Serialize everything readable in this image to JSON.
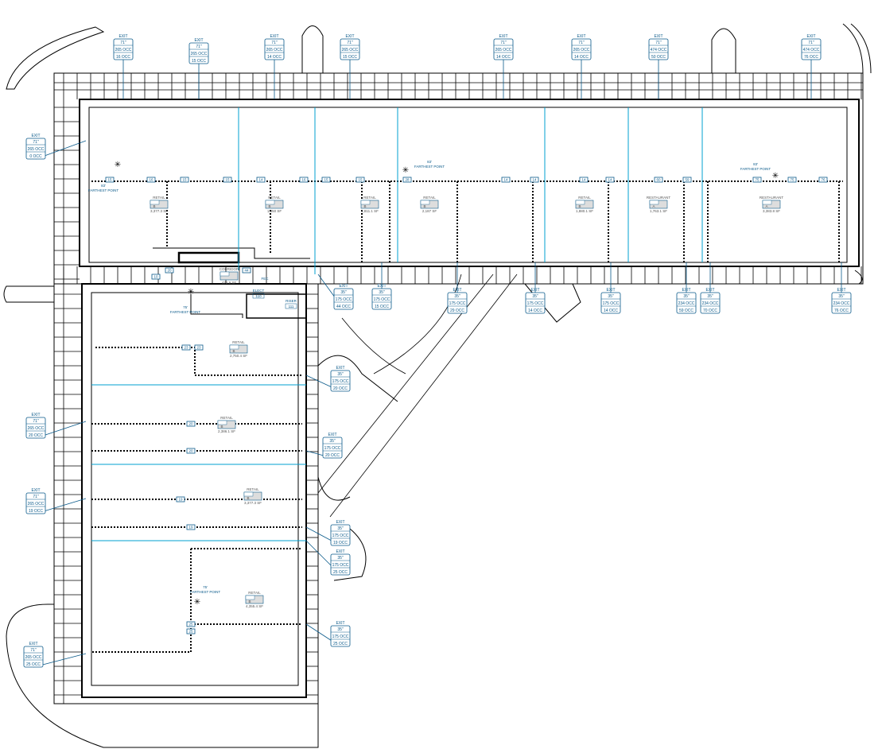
{
  "colors": {
    "exit_tag": "#0a5a8a",
    "egress_path": "#00a0d0",
    "wall": "#000000"
  },
  "exits": [
    {
      "label": "EXIT",
      "width": "71\"",
      "capacity": "265 OCC",
      "load": "16 OCC"
    },
    {
      "label": "EXIT",
      "width": "71\"",
      "capacity": "265 OCC",
      "load": "15 OCC"
    },
    {
      "label": "EXIT",
      "width": "71\"",
      "capacity": "265 OCC",
      "load": "14 OCC"
    },
    {
      "label": "EXIT",
      "width": "71\"",
      "capacity": "265 OCC",
      "load": "15 OCC"
    },
    {
      "label": "EXIT",
      "width": "71\"",
      "capacity": "265 OCC",
      "load": "14 OCC"
    },
    {
      "label": "EXIT",
      "width": "71\"",
      "capacity": "265 OCC",
      "load": "14 OCC"
    },
    {
      "label": "EXIT",
      "width": "71\"",
      "capacity": "474 OCC",
      "load": "50 OCC"
    },
    {
      "label": "EXIT",
      "width": "71\"",
      "capacity": "474 OCC",
      "load": "76 OCC"
    },
    {
      "label": "EXIT",
      "width": "71\"",
      "capacity": "265 OCC",
      "load": "0 OCC"
    },
    {
      "label": "EXIT",
      "width": "71\"",
      "capacity": "265 OCC",
      "load": "20 OCC"
    },
    {
      "label": "EXIT",
      "width": "71\"",
      "capacity": "265 OCC",
      "load": "19 OCC"
    },
    {
      "label": "EXIT",
      "width": "71\"",
      "capacity": "265 OCC",
      "load": "25 OCC"
    },
    {
      "label": "EXIT",
      "width": "35\"",
      "capacity": "175 OCC",
      "load": "44 OCC"
    },
    {
      "label": "EXIT",
      "width": "35\"",
      "capacity": "175 OCC",
      "load": "15 OCC"
    },
    {
      "label": "EXIT",
      "width": "35\"",
      "capacity": "175 OCC",
      "load": "29 OCC"
    },
    {
      "label": "EXIT",
      "width": "35\"",
      "capacity": "175 OCC",
      "load": "14 OCC"
    },
    {
      "label": "EXIT",
      "width": "35\"",
      "capacity": "175 OCC",
      "load": "14 OCC"
    },
    {
      "label": "EXIT",
      "width": "35\"",
      "capacity": "234 OCC",
      "load": "59 OCC"
    },
    {
      "label": "EXIT",
      "width": "35\"",
      "capacity": "234 OCC",
      "load": "70 OCC"
    },
    {
      "label": "EXIT",
      "width": "35\"",
      "capacity": "234 OCC",
      "load": "76 OCC"
    },
    {
      "label": "EXIT",
      "width": "35\"",
      "capacity": "175 OCC",
      "load": "20 OCC"
    },
    {
      "label": "EXIT",
      "width": "35\"",
      "capacity": "175 OCC",
      "load": "20 OCC"
    },
    {
      "label": "EXIT",
      "width": "35\"",
      "capacity": "175 OCC",
      "load": "19 OCC"
    },
    {
      "label": "EXIT",
      "width": "35\"",
      "capacity": "175 OCC",
      "load": "25 OCC"
    },
    {
      "label": "EXIT",
      "width": "35\"",
      "capacity": "175 OCC",
      "load": "25 OCC"
    }
  ],
  "rooms": [
    {
      "name": "RETAIL",
      "area": "3,377.3 SF",
      "occ": "B"
    },
    {
      "name": "RETAIL",
      "area": "1,850 SF",
      "occ": "B"
    },
    {
      "name": "RETAIL",
      "area": "1,811.1 SF",
      "occ": "B"
    },
    {
      "name": "RETAIL",
      "area": "2,187 SF",
      "occ": "B"
    },
    {
      "name": "RETAIL",
      "area": "1,880.1 SF",
      "occ": "B"
    },
    {
      "name": "RESTAURANT",
      "area": "1,763.1 SF",
      "occ": "A"
    },
    {
      "name": "RESTAURANT",
      "area": "3,383.8 SF",
      "occ": "A"
    },
    {
      "name": "CORRIDOR",
      "area": "472.9 SF",
      "occ": ""
    },
    {
      "name": "RETAIL",
      "area": "2,750.4 SF",
      "occ": "B"
    },
    {
      "name": "RETAIL",
      "area": "2,386.1 SF",
      "occ": "B"
    },
    {
      "name": "RETAIL",
      "area": "3,377.3 SF",
      "occ": "B"
    },
    {
      "name": "RETAIL",
      "area": "4,355.4 SF",
      "occ": "B"
    }
  ],
  "small_rooms": [
    {
      "name": "ELECT",
      "number": "110"
    },
    {
      "name": "RISER",
      "number": "111"
    },
    {
      "name": "FEC",
      "number": ""
    }
  ],
  "farthest_points": [
    {
      "distance": "83'",
      "label": "FARTHEST POINT"
    },
    {
      "distance": "83'",
      "label": "FARTHEST POINT"
    },
    {
      "distance": "83'",
      "label": "FARTHEST POINT"
    },
    {
      "distance": "75'",
      "label": "FARTHEST POINT"
    },
    {
      "distance": "75'",
      "label": "FARTHEST POINT"
    }
  ],
  "door_tags": [
    "15",
    "16",
    "15",
    "15",
    "14",
    "16",
    "15",
    "15",
    "28",
    "14",
    "14",
    "14",
    "14",
    "60",
    "59",
    "75",
    "75",
    "76",
    "20",
    "44",
    "10",
    "23",
    "23",
    "20",
    "20",
    "19",
    "19",
    "25",
    "25"
  ]
}
